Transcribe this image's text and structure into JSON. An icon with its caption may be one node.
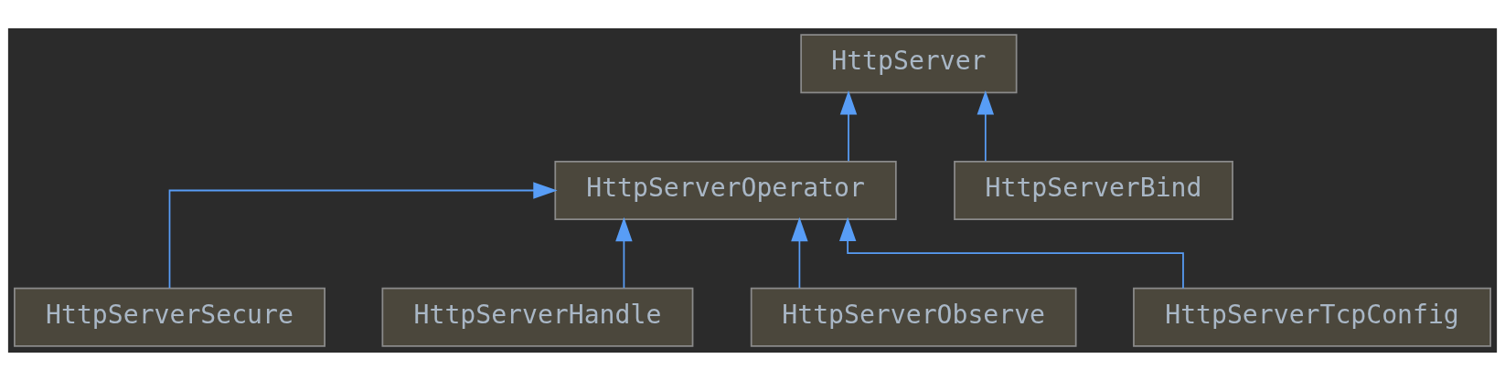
{
  "diagram": {
    "nodes": [
      {
        "text": [
          "HttpServer"
        ]
      },
      {
        "text": [
          "HttpServerOperator"
        ]
      },
      {
        "text": [
          "HttpServerBind"
        ]
      },
      {
        "text": [
          "HttpServerSecure"
        ]
      },
      {
        "text": [
          "HttpServerHandle"
        ]
      },
      {
        "text": [
          "HttpServerObserve"
        ]
      },
      {
        "text": [
          "HttpServerTcpConfig"
        ]
      }
    ],
    "edges": [
      {
        "from": 1,
        "to": 0,
        "arrow": "to"
      },
      {
        "from": 2,
        "to": 0,
        "arrow": "to"
      },
      {
        "from": 3,
        "to": 1,
        "arrow": "to"
      },
      {
        "from": 4,
        "to": 1,
        "arrow": "to"
      },
      {
        "from": 5,
        "to": 1,
        "arrow": "to"
      },
      {
        "from": 6,
        "to": 1,
        "arrow": "to"
      }
    ]
  }
}
